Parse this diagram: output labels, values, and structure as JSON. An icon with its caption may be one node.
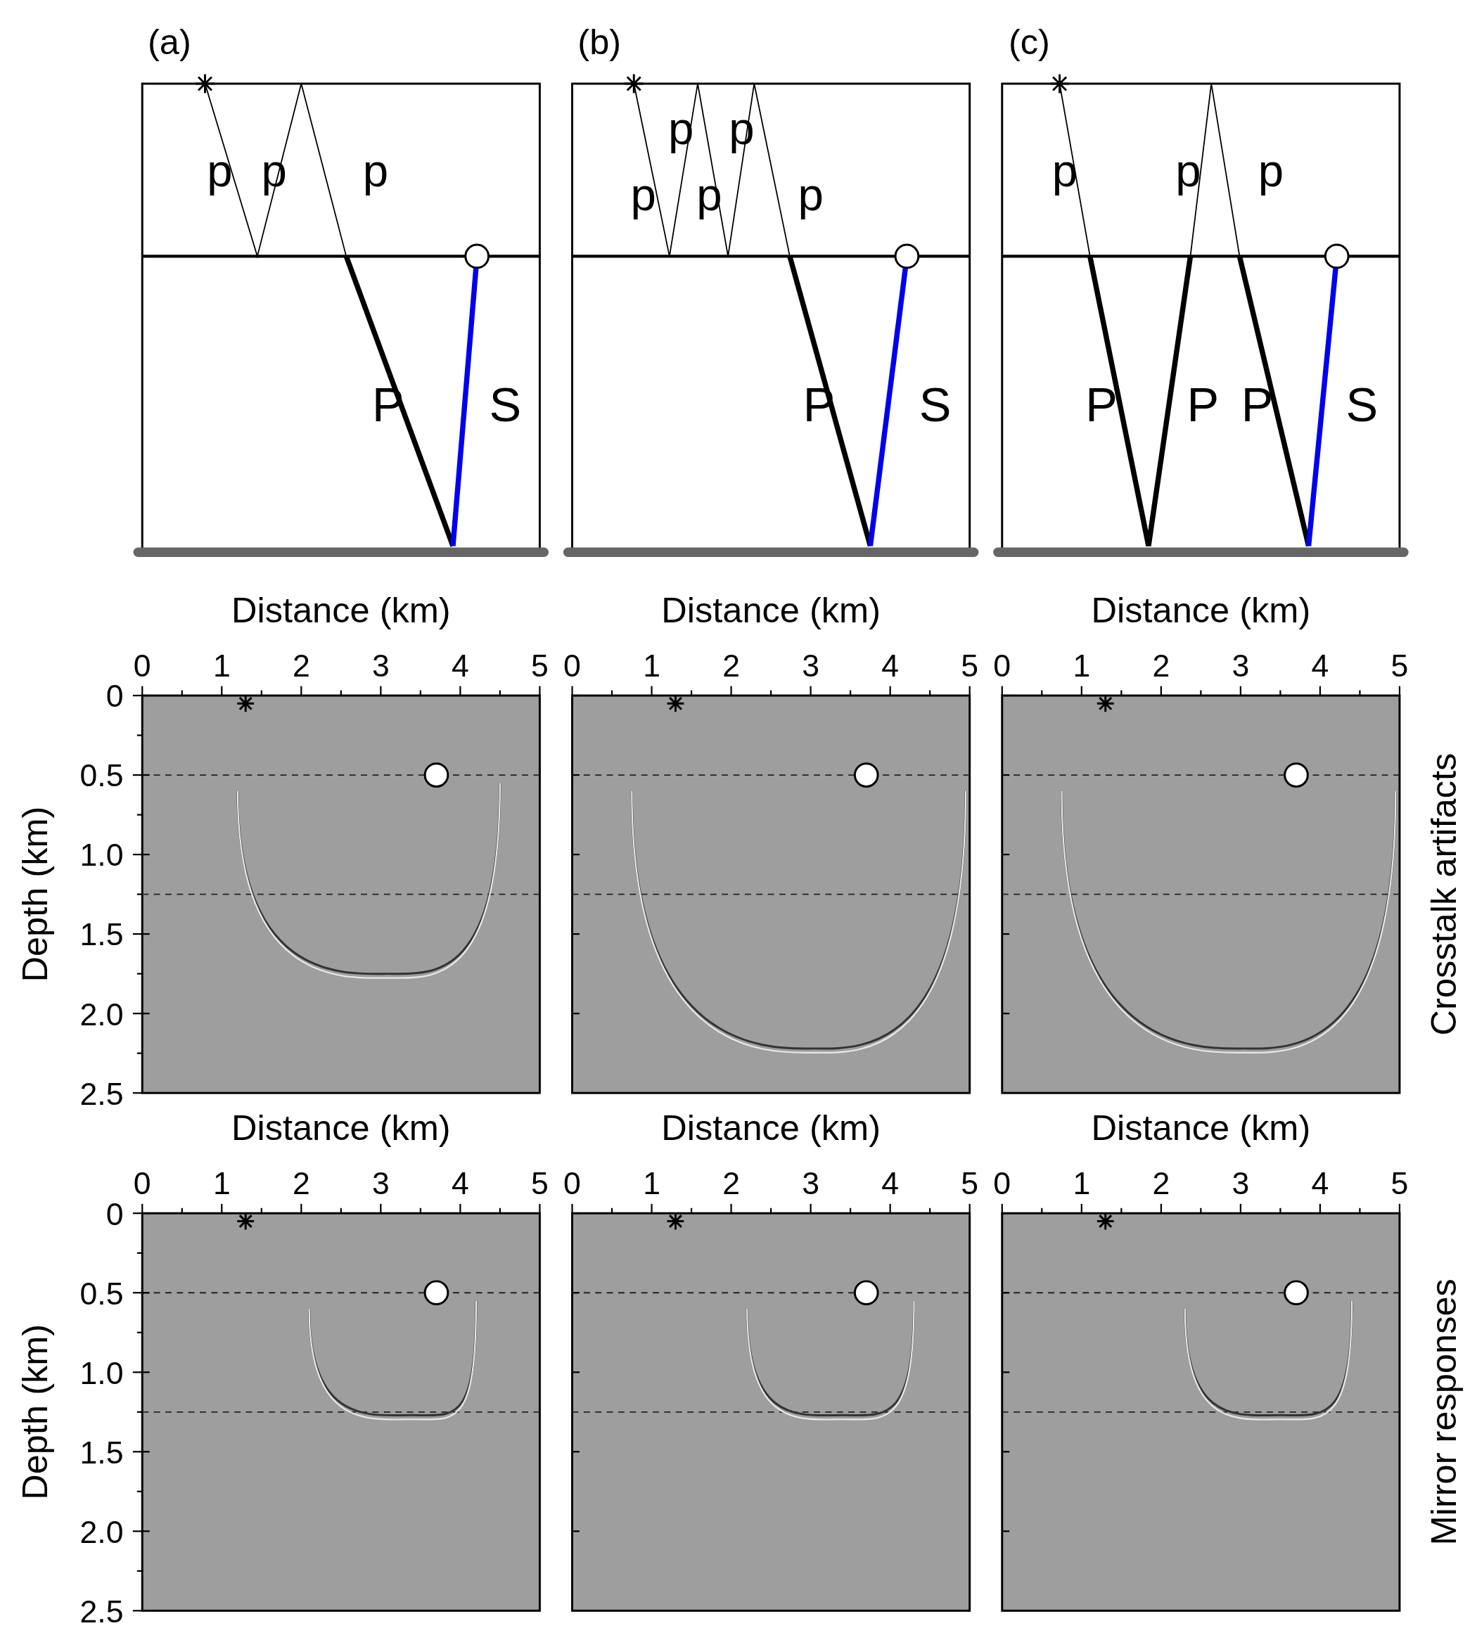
{
  "diagram": {
    "labels": [
      "(a)",
      "(b)",
      "(c)",
      "p",
      "p",
      "p",
      "P",
      "S",
      "p",
      "p",
      "p",
      "p",
      "p",
      "P",
      "S",
      "p",
      "p",
      "p",
      "P",
      "P",
      "P",
      "S",
      "Distance (km)",
      "Distance (km)",
      "Distance (km)",
      "0",
      "1",
      "2",
      "3",
      "4",
      "5",
      "0",
      "1",
      "2",
      "3",
      "4",
      "5",
      "0",
      "1",
      "2",
      "3",
      "4",
      "5",
      "0",
      "0.5",
      "1.0",
      "1.5",
      "2.0",
      "2.5",
      "Depth (km)",
      "Crosstalk artifacts",
      "Distance (km)",
      "Distance (km)",
      "Distance (km)",
      "0",
      "1",
      "2",
      "3",
      "4",
      "5",
      "0",
      "1",
      "2",
      "3",
      "4",
      "5",
      "0",
      "1",
      "2",
      "3",
      "4",
      "5",
      "0",
      "0.5",
      "1.0",
      "1.5",
      "2.0",
      "2.5",
      "Depth (km)",
      "Mirror responses"
    ]
  }
}
